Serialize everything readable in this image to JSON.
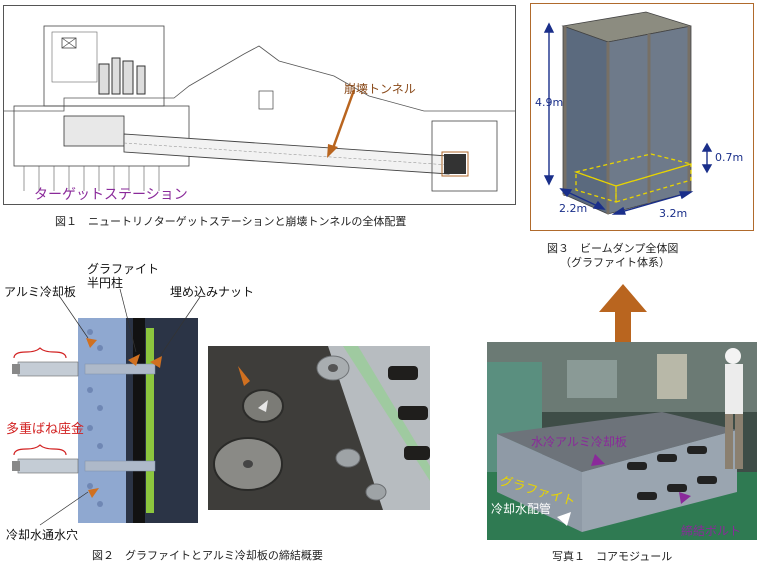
{
  "fig1": {
    "caption": "図１　ニュートリノターゲットステーションと崩壊トンネルの全体配置",
    "label_tunnel": "崩壊トンネル",
    "label_station": "ターゲットステーション"
  },
  "fig3": {
    "caption_line1": "図３　ビームダンプ全体図",
    "caption_line2": "（グラファイト体系）",
    "dim_height": "4.9m",
    "dim_depth": "0.7m",
    "dim_width": "2.2m",
    "dim_length": "3.2m"
  },
  "fig2": {
    "caption": "図２　グラファイトとアルミ冷却板の締結概要",
    "label_graphite_line1": "グラファイト",
    "label_graphite_line2": "半円柱",
    "label_alum_plate": "アルミ冷却板",
    "label_nut": "埋め込みナット",
    "label_spring": "多重ばね座金",
    "label_hole": "冷却水通水穴"
  },
  "photo1": {
    "caption": "写真１　コアモジュール",
    "label_water_plate": "水冷アルミ冷却板",
    "label_graphite": "グラファイト",
    "label_pipe": "冷却水配管",
    "label_bolt": "締結ボルト"
  },
  "colors": {
    "brown_arrow": "#b9651f",
    "purple": "#8a2a9a",
    "blue_dims": "#1a2f8a",
    "red_text": "#d22222"
  }
}
